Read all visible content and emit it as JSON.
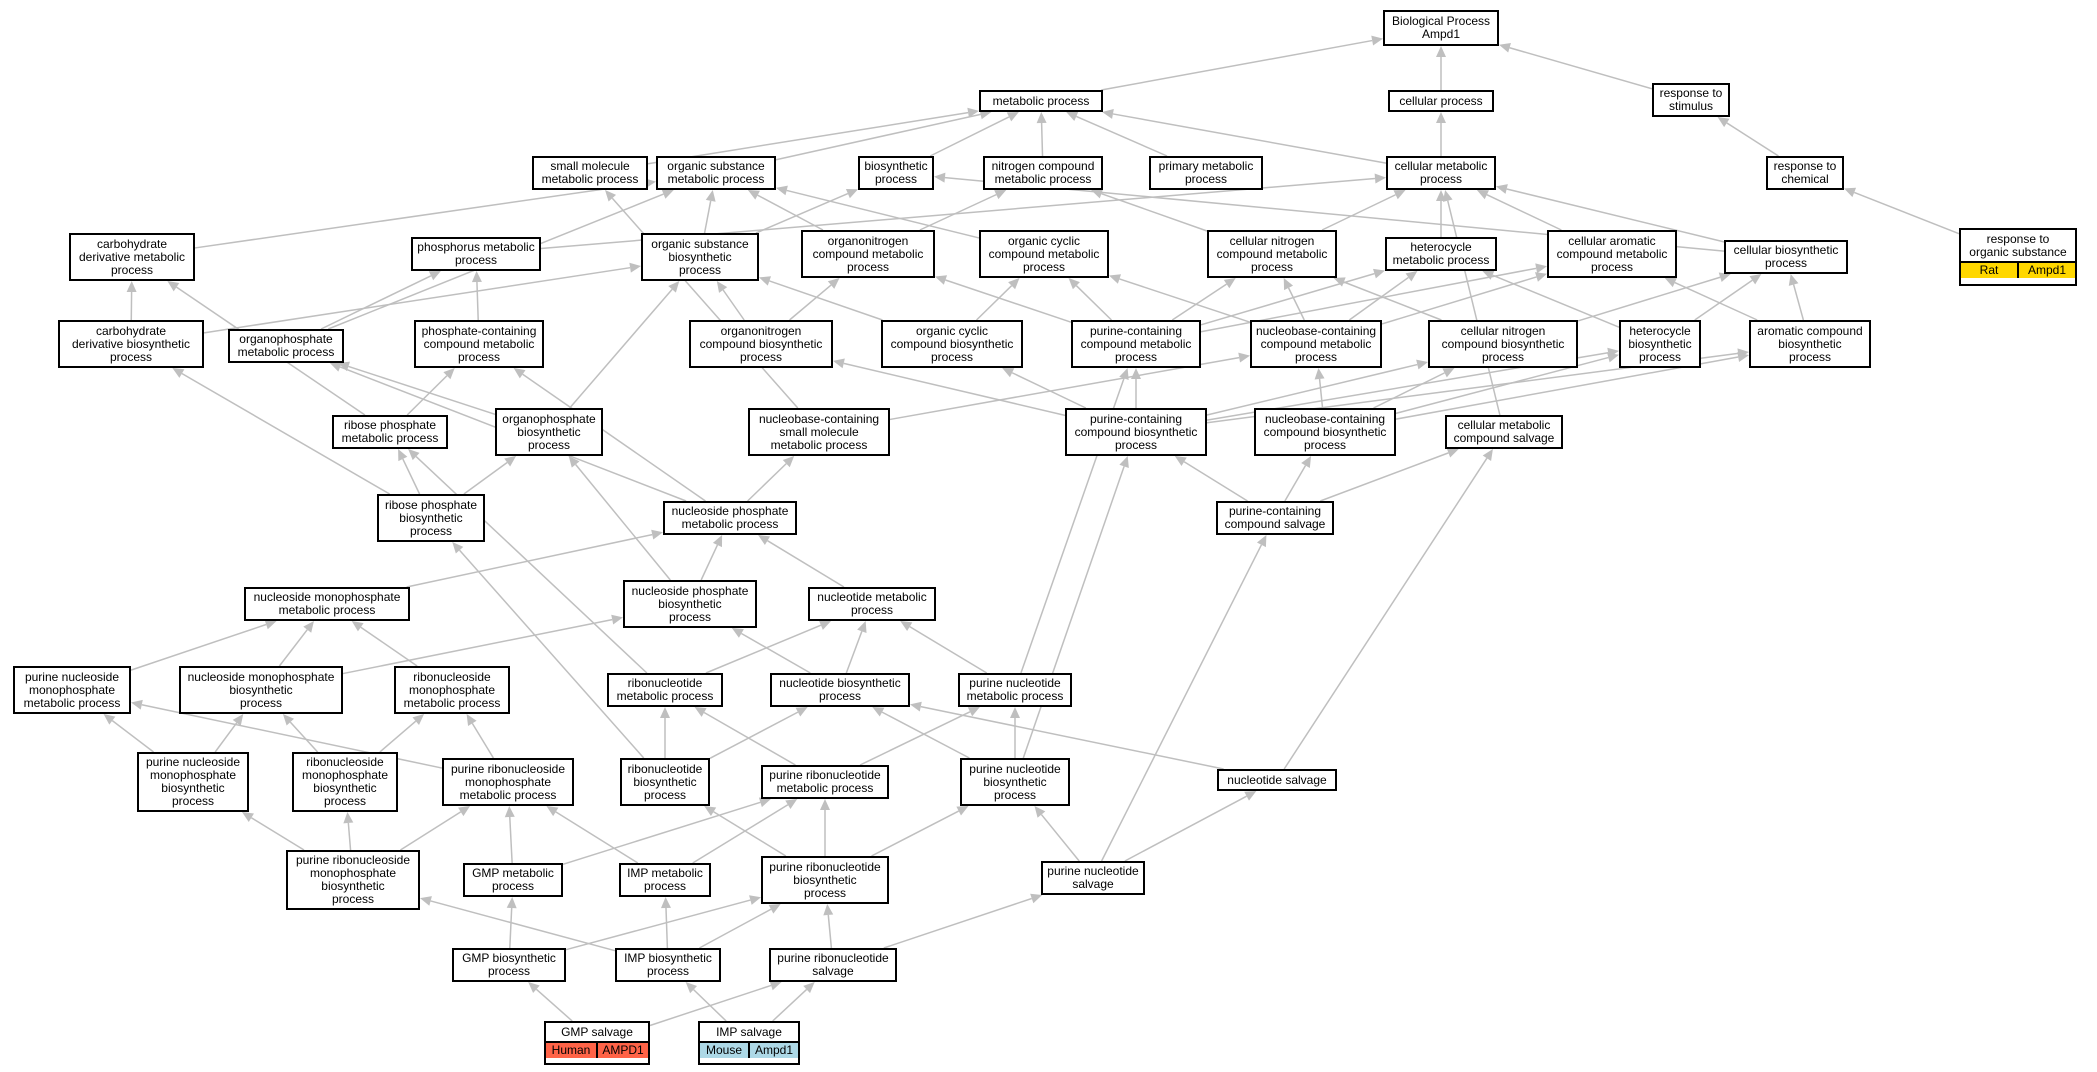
{
  "colors": {
    "edge": "#bfbfbf",
    "node_border": "#000000",
    "human": "#ff6347",
    "mouse": "#add8e6",
    "rat": "#ffd700"
  },
  "nodes": [
    {
      "id": "bp",
      "lines": [
        "Biological Process",
        "Ampd1"
      ]
    },
    {
      "id": "mp",
      "lines": [
        "metabolic process"
      ]
    },
    {
      "id": "cp",
      "lines": [
        "cellular process"
      ]
    },
    {
      "id": "rts",
      "lines": [
        "response to",
        "stimulus"
      ]
    },
    {
      "id": "smmp",
      "lines": [
        "small molecule",
        "metabolic process"
      ]
    },
    {
      "id": "osmp",
      "lines": [
        "organic substance",
        "metabolic process"
      ]
    },
    {
      "id": "biop",
      "lines": [
        "biosynthetic",
        "process"
      ]
    },
    {
      "id": "ncmp",
      "lines": [
        "nitrogen compound",
        "metabolic process"
      ]
    },
    {
      "id": "pmp",
      "lines": [
        "primary metabolic",
        "process"
      ]
    },
    {
      "id": "cmp",
      "lines": [
        "cellular metabolic",
        "process"
      ]
    },
    {
      "id": "rtc",
      "lines": [
        "response to",
        "chemical"
      ]
    },
    {
      "id": "rtos",
      "lines": [
        "response to",
        "organic substance"
      ],
      "annotation": [
        {
          "label": "Rat",
          "color": "rat"
        },
        {
          "label": "Ampd1",
          "color": "rat"
        }
      ]
    },
    {
      "id": "cdmp",
      "lines": [
        "carbohydrate",
        "derivative metabolic",
        "process"
      ]
    },
    {
      "id": "phmp",
      "lines": [
        "phosphorus metabolic",
        "process"
      ]
    },
    {
      "id": "osbp",
      "lines": [
        "organic substance",
        "biosynthetic",
        "process"
      ]
    },
    {
      "id": "onmp",
      "lines": [
        "organonitrogen",
        "compound metabolic",
        "process"
      ]
    },
    {
      "id": "occmp",
      "lines": [
        "organic cyclic",
        "compound metabolic",
        "process"
      ]
    },
    {
      "id": "cncmp",
      "lines": [
        "cellular nitrogen",
        "compound metabolic",
        "process"
      ]
    },
    {
      "id": "hmp",
      "lines": [
        "heterocycle",
        "metabolic process"
      ]
    },
    {
      "id": "cacmp",
      "lines": [
        "cellular aromatic",
        "compound metabolic",
        "process"
      ]
    },
    {
      "id": "cbp",
      "lines": [
        "cellular biosynthetic",
        "process"
      ]
    },
    {
      "id": "cdbp",
      "lines": [
        "carbohydrate",
        "derivative biosynthetic",
        "process"
      ]
    },
    {
      "id": "opmp",
      "lines": [
        "organophosphate",
        "metabolic process"
      ]
    },
    {
      "id": "pcmp",
      "lines": [
        "phosphate-containing",
        "compound metabolic",
        "process"
      ]
    },
    {
      "id": "onbp",
      "lines": [
        "organonitrogen",
        "compound biosynthetic",
        "process"
      ]
    },
    {
      "id": "occbp",
      "lines": [
        "organic cyclic",
        "compound biosynthetic",
        "process"
      ]
    },
    {
      "id": "pucmp",
      "lines": [
        "purine-containing",
        "compound metabolic",
        "process"
      ]
    },
    {
      "id": "nbcmp",
      "lines": [
        "nucleobase-containing",
        "compound metabolic",
        "process"
      ]
    },
    {
      "id": "cncbp",
      "lines": [
        "cellular nitrogen",
        "compound biosynthetic",
        "process"
      ]
    },
    {
      "id": "hbp",
      "lines": [
        "heterocycle",
        "biosynthetic",
        "process"
      ]
    },
    {
      "id": "acbp",
      "lines": [
        "aromatic compound",
        "biosynthetic",
        "process"
      ]
    },
    {
      "id": "rpmp",
      "lines": [
        "ribose phosphate",
        "metabolic process"
      ]
    },
    {
      "id": "opbp",
      "lines": [
        "organophosphate",
        "biosynthetic",
        "process"
      ]
    },
    {
      "id": "nbsmmp",
      "lines": [
        "nucleobase-containing",
        "small molecule",
        "metabolic process"
      ]
    },
    {
      "id": "pucbp",
      "lines": [
        "purine-containing",
        "compound biosynthetic",
        "process"
      ]
    },
    {
      "id": "nbcbp",
      "lines": [
        "nucleobase-containing",
        "compound biosynthetic",
        "process"
      ]
    },
    {
      "id": "cmcs",
      "lines": [
        "cellular metabolic",
        "compound salvage"
      ]
    },
    {
      "id": "rpbp",
      "lines": [
        "ribose phosphate",
        "biosynthetic",
        "process"
      ]
    },
    {
      "id": "nspmp",
      "lines": [
        "nucleoside phosphate",
        "metabolic process"
      ]
    },
    {
      "id": "pucs",
      "lines": [
        "purine-containing",
        "compound salvage"
      ]
    },
    {
      "id": "nsmpmp",
      "lines": [
        "nucleoside monophosphate",
        "metabolic process"
      ]
    },
    {
      "id": "nspbp",
      "lines": [
        "nucleoside phosphate",
        "biosynthetic",
        "process"
      ]
    },
    {
      "id": "ntmp",
      "lines": [
        "nucleotide metabolic",
        "process"
      ]
    },
    {
      "id": "pnsmpmp",
      "lines": [
        "purine nucleoside",
        "monophosphate",
        "metabolic process"
      ]
    },
    {
      "id": "nsmpbp",
      "lines": [
        "nucleoside monophosphate",
        "biosynthetic",
        "process"
      ]
    },
    {
      "id": "rnsmpmp",
      "lines": [
        "ribonucleoside",
        "monophosphate",
        "metabolic process"
      ]
    },
    {
      "id": "rntmp",
      "lines": [
        "ribonucleotide",
        "metabolic process"
      ]
    },
    {
      "id": "ntbp",
      "lines": [
        "nucleotide biosynthetic",
        "process"
      ]
    },
    {
      "id": "pntmp",
      "lines": [
        "purine nucleotide",
        "metabolic process"
      ]
    },
    {
      "id": "pnsmpbp",
      "lines": [
        "purine nucleoside",
        "monophosphate",
        "biosynthetic",
        "process"
      ]
    },
    {
      "id": "rnsmpbp",
      "lines": [
        "ribonucleoside",
        "monophosphate",
        "biosynthetic",
        "process"
      ]
    },
    {
      "id": "prnsmpmp",
      "lines": [
        "purine ribonucleoside",
        "monophosphate",
        "metabolic process"
      ]
    },
    {
      "id": "rntbp",
      "lines": [
        "ribonucleotide",
        "biosynthetic",
        "process"
      ]
    },
    {
      "id": "prntmp",
      "lines": [
        "purine ribonucleotide",
        "metabolic process"
      ]
    },
    {
      "id": "pntbp",
      "lines": [
        "purine nucleotide",
        "biosynthetic",
        "process"
      ]
    },
    {
      "id": "nts",
      "lines": [
        "nucleotide salvage"
      ]
    },
    {
      "id": "prnsmpbp",
      "lines": [
        "purine ribonucleoside",
        "monophosphate",
        "biosynthetic",
        "process"
      ]
    },
    {
      "id": "gmpmp",
      "lines": [
        "GMP metabolic",
        "process"
      ]
    },
    {
      "id": "impmp",
      "lines": [
        "IMP metabolic",
        "process"
      ]
    },
    {
      "id": "prntbp",
      "lines": [
        "purine ribonucleotide",
        "biosynthetic",
        "process"
      ]
    },
    {
      "id": "pnts",
      "lines": [
        "purine nucleotide",
        "salvage"
      ]
    },
    {
      "id": "gmpbp",
      "lines": [
        "GMP biosynthetic",
        "process"
      ]
    },
    {
      "id": "impbp",
      "lines": [
        "IMP biosynthetic",
        "process"
      ]
    },
    {
      "id": "prnts",
      "lines": [
        "purine ribonucleotide",
        "salvage"
      ]
    },
    {
      "id": "gmps",
      "lines": [
        "GMP salvage"
      ],
      "annotation": [
        {
          "label": "Human",
          "color": "human"
        },
        {
          "label": "AMPD1",
          "color": "human"
        }
      ]
    },
    {
      "id": "imps",
      "lines": [
        "IMP salvage"
      ],
      "annotation": [
        {
          "label": "Mouse",
          "color": "mouse"
        },
        {
          "label": "Ampd1",
          "color": "mouse"
        }
      ]
    }
  ],
  "edges": [
    [
      "mp",
      "bp"
    ],
    [
      "cp",
      "bp"
    ],
    [
      "rts",
      "bp"
    ],
    [
      "rtc",
      "rts"
    ],
    [
      "rtos",
      "rtc"
    ],
    [
      "smmp",
      "mp"
    ],
    [
      "osmp",
      "mp"
    ],
    [
      "biop",
      "mp"
    ],
    [
      "ncmp",
      "mp"
    ],
    [
      "pmp",
      "mp"
    ],
    [
      "cmp",
      "mp"
    ],
    [
      "cmp",
      "cp"
    ],
    [
      "cdmp",
      "osmp"
    ],
    [
      "phmp",
      "cmp"
    ],
    [
      "osbp",
      "osmp"
    ],
    [
      "osbp",
      "biop"
    ],
    [
      "onmp",
      "osmp"
    ],
    [
      "onmp",
      "ncmp"
    ],
    [
      "occmp",
      "osmp"
    ],
    [
      "cncmp",
      "cmp"
    ],
    [
      "cncmp",
      "ncmp"
    ],
    [
      "hmp",
      "cmp"
    ],
    [
      "cacmp",
      "cmp"
    ],
    [
      "cbp",
      "cmp"
    ],
    [
      "cbp",
      "biop"
    ],
    [
      "cdbp",
      "cdmp"
    ],
    [
      "cdbp",
      "osbp"
    ],
    [
      "opmp",
      "phmp"
    ],
    [
      "opmp",
      "osmp"
    ],
    [
      "pcmp",
      "phmp"
    ],
    [
      "onbp",
      "onmp"
    ],
    [
      "onbp",
      "osbp"
    ],
    [
      "occbp",
      "occmp"
    ],
    [
      "occbp",
      "osbp"
    ],
    [
      "pucmp",
      "onmp"
    ],
    [
      "pucmp",
      "occmp"
    ],
    [
      "pucmp",
      "cncmp"
    ],
    [
      "pucmp",
      "hmp"
    ],
    [
      "pucmp",
      "cacmp"
    ],
    [
      "nbcmp",
      "occmp"
    ],
    [
      "nbcmp",
      "cncmp"
    ],
    [
      "nbcmp",
      "hmp"
    ],
    [
      "nbcmp",
      "cacmp"
    ],
    [
      "cncbp",
      "cncmp"
    ],
    [
      "cncbp",
      "cbp"
    ],
    [
      "hbp",
      "hmp"
    ],
    [
      "hbp",
      "cbp"
    ],
    [
      "acbp",
      "cacmp"
    ],
    [
      "acbp",
      "cbp"
    ],
    [
      "rpmp",
      "cdmp"
    ],
    [
      "rpmp",
      "pcmp"
    ],
    [
      "opbp",
      "opmp"
    ],
    [
      "opbp",
      "osbp"
    ],
    [
      "nbsmmp",
      "smmp"
    ],
    [
      "nbsmmp",
      "nbcmp"
    ],
    [
      "pucbp",
      "pucmp"
    ],
    [
      "pucbp",
      "onbp"
    ],
    [
      "pucbp",
      "occbp"
    ],
    [
      "pucbp",
      "cncbp"
    ],
    [
      "pucbp",
      "hbp"
    ],
    [
      "pucbp",
      "acbp"
    ],
    [
      "nbcbp",
      "nbcmp"
    ],
    [
      "nbcbp",
      "cncbp"
    ],
    [
      "nbcbp",
      "hbp"
    ],
    [
      "nbcbp",
      "acbp"
    ],
    [
      "cmcs",
      "cmp"
    ],
    [
      "rpbp",
      "rpmp"
    ],
    [
      "rpbp",
      "opbp"
    ],
    [
      "rpbp",
      "cdbp"
    ],
    [
      "nspmp",
      "nbsmmp"
    ],
    [
      "nspmp",
      "opmp"
    ],
    [
      "nspmp",
      "pcmp"
    ],
    [
      "pucs",
      "pucbp"
    ],
    [
      "pucs",
      "nbcbp"
    ],
    [
      "pucs",
      "cmcs"
    ],
    [
      "nsmpmp",
      "nspmp"
    ],
    [
      "nspbp",
      "nspmp"
    ],
    [
      "nspbp",
      "opbp"
    ],
    [
      "ntmp",
      "nspmp"
    ],
    [
      "pnsmpmp",
      "nsmpmp"
    ],
    [
      "nsmpbp",
      "nsmpmp"
    ],
    [
      "nsmpbp",
      "nspbp"
    ],
    [
      "rnsmpmp",
      "nsmpmp"
    ],
    [
      "rntmp",
      "ntmp"
    ],
    [
      "rntmp",
      "rpmp"
    ],
    [
      "ntbp",
      "ntmp"
    ],
    [
      "ntbp",
      "nspbp"
    ],
    [
      "pntmp",
      "ntmp"
    ],
    [
      "pntmp",
      "pucmp"
    ],
    [
      "pnsmpbp",
      "pnsmpmp"
    ],
    [
      "pnsmpbp",
      "nsmpbp"
    ],
    [
      "rnsmpbp",
      "rnsmpmp"
    ],
    [
      "rnsmpbp",
      "nsmpbp"
    ],
    [
      "prnsmpmp",
      "pnsmpmp"
    ],
    [
      "prnsmpmp",
      "rnsmpmp"
    ],
    [
      "rntbp",
      "rntmp"
    ],
    [
      "rntbp",
      "ntbp"
    ],
    [
      "rntbp",
      "rpbp"
    ],
    [
      "prntmp",
      "rntmp"
    ],
    [
      "prntmp",
      "pntmp"
    ],
    [
      "pntbp",
      "pntmp"
    ],
    [
      "pntbp",
      "ntbp"
    ],
    [
      "pntbp",
      "pucbp"
    ],
    [
      "nts",
      "ntbp"
    ],
    [
      "nts",
      "cmcs"
    ],
    [
      "prnsmpbp",
      "prnsmpmp"
    ],
    [
      "prnsmpbp",
      "pnsmpbp"
    ],
    [
      "prnsmpbp",
      "rnsmpbp"
    ],
    [
      "gmpmp",
      "prnsmpmp"
    ],
    [
      "gmpmp",
      "prntmp"
    ],
    [
      "impmp",
      "prnsmpmp"
    ],
    [
      "impmp",
      "prntmp"
    ],
    [
      "prntbp",
      "prntmp"
    ],
    [
      "prntbp",
      "pntbp"
    ],
    [
      "prntbp",
      "rntbp"
    ],
    [
      "pnts",
      "pntbp"
    ],
    [
      "pnts",
      "nts"
    ],
    [
      "pnts",
      "pucs"
    ],
    [
      "gmpbp",
      "gmpmp"
    ],
    [
      "gmpbp",
      "prntbp"
    ],
    [
      "impbp",
      "impmp"
    ],
    [
      "impbp",
      "prntbp"
    ],
    [
      "impbp",
      "prnsmpbp"
    ],
    [
      "prnts",
      "prntbp"
    ],
    [
      "prnts",
      "pnts"
    ],
    [
      "gmps",
      "gmpbp"
    ],
    [
      "gmps",
      "prnts"
    ],
    [
      "imps",
      "impbp"
    ],
    [
      "imps",
      "prnts"
    ]
  ]
}
